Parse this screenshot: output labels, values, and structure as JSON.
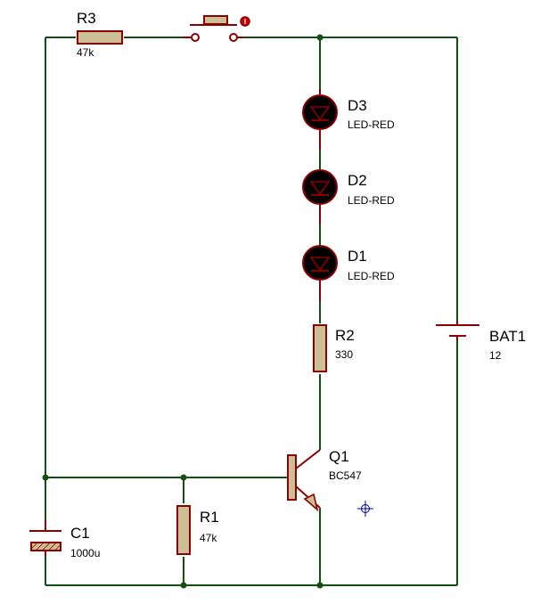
{
  "components": {
    "r3": {
      "ref": "R3",
      "value": "47k"
    },
    "d3": {
      "ref": "D3",
      "value": "LED-RED"
    },
    "d2": {
      "ref": "D2",
      "value": "LED-RED"
    },
    "d1": {
      "ref": "D1",
      "value": "LED-RED"
    },
    "r2": {
      "ref": "R2",
      "value": "330"
    },
    "bat1": {
      "ref": "BAT1",
      "value": "12"
    },
    "q1": {
      "ref": "Q1",
      "value": "BC547"
    },
    "r1": {
      "ref": "R1",
      "value": "47k"
    },
    "c1": {
      "ref": "C1",
      "value": "1000u"
    }
  },
  "colors": {
    "wire": "#134f13",
    "pin": "#8b0000",
    "component_body": "#cdbf95",
    "led_body": "#000000",
    "marker": "#00008b"
  }
}
